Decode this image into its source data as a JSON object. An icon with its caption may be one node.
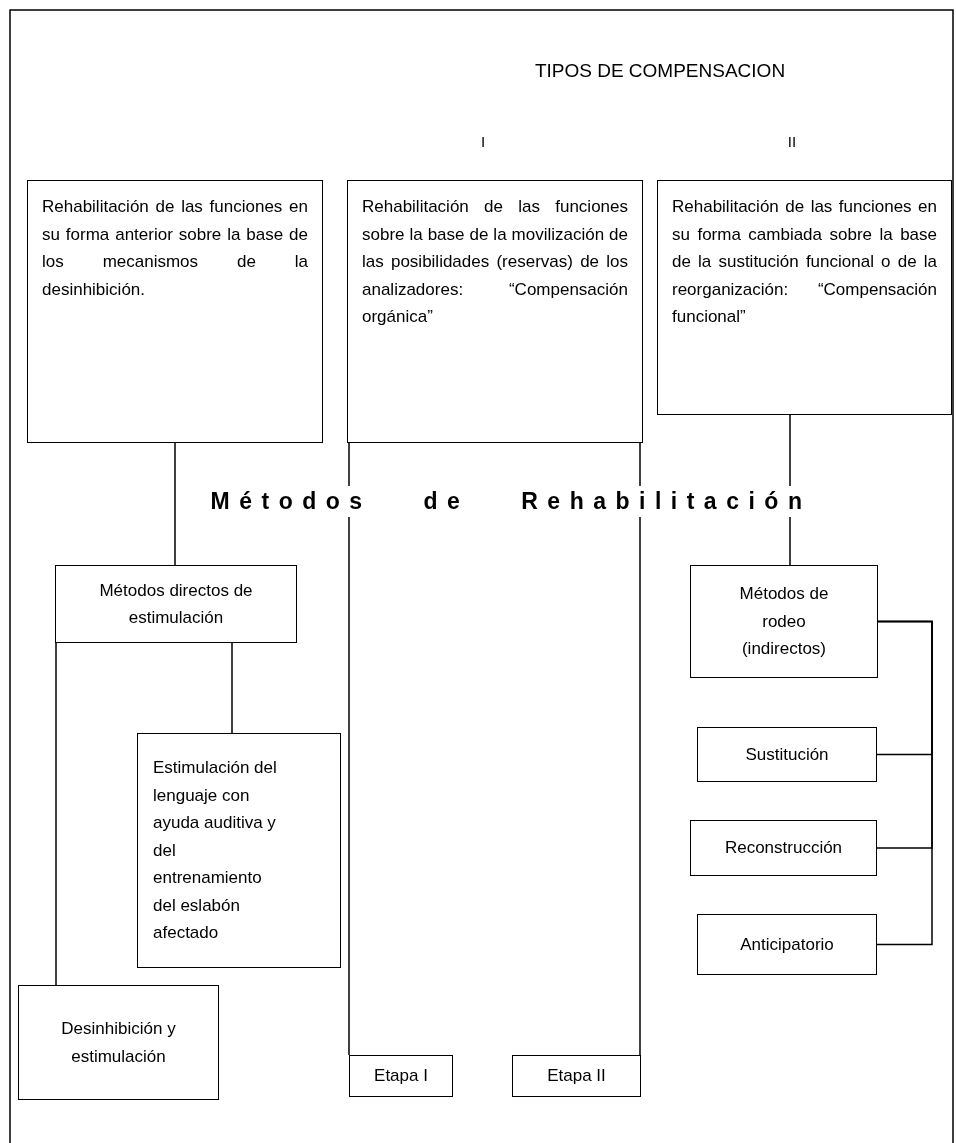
{
  "diagram": {
    "title": "TIPOS DE COMPENSACION",
    "nodes": [
      {
        "text": [
          "Rehabilitación de las funciones en su forma anterior sobre la base de los mecanismos de la desinhibición."
        ]
      },
      {
        "text": [
          "Rehabilitación de las funciones sobre la base de la movilización de las posibilidades (reservas) de los analizadores: “Compensación orgánica”"
        ]
      },
      {
        "text": [
          "Rehabilitación de las funciones en su forma cambiada sobre la base de la sustitución funcional o de la reorganización: “Compensación funcional”"
        ]
      },
      {
        "text": [
          "Métodos directos de estimulación"
        ]
      },
      {
        "text": [
          "Estimulación del lenguaje con ayuda auditiva y del entrenamiento del eslabón afectado"
        ]
      },
      {
        "text": [
          "Desinhibición y estimulación"
        ]
      },
      {
        "text": [
          "Etapa I"
        ]
      },
      {
        "text": [
          "Etapa II"
        ]
      },
      {
        "text": [
          "Métodos de rodeo (indirectos)"
        ]
      },
      {
        "text": [
          "Sustitución"
        ]
      },
      {
        "text": [
          "Reconstrucción"
        ]
      },
      {
        "text": [
          "Anticipatorio"
        ]
      }
    ],
    "edges": [
      {
        "from": 0,
        "to": 3,
        "arrow": "none"
      },
      {
        "from": 3,
        "to": 5,
        "arrow": "none"
      },
      {
        "from": 3,
        "to": 4,
        "arrow": "none"
      },
      {
        "from": 1,
        "to": 6,
        "arrow": "none"
      },
      {
        "from": 1,
        "to": 7,
        "arrow": "none"
      },
      {
        "from": 2,
        "to": 8,
        "arrow": "none"
      },
      {
        "from": 8,
        "to": 9,
        "arrow": "none"
      },
      {
        "from": 8,
        "to": 10,
        "arrow": "none"
      },
      {
        "from": 8,
        "to": 11,
        "arrow": "none"
      }
    ],
    "labels": [
      "I",
      "II",
      "Métodos de Rehabilitación"
    ]
  }
}
